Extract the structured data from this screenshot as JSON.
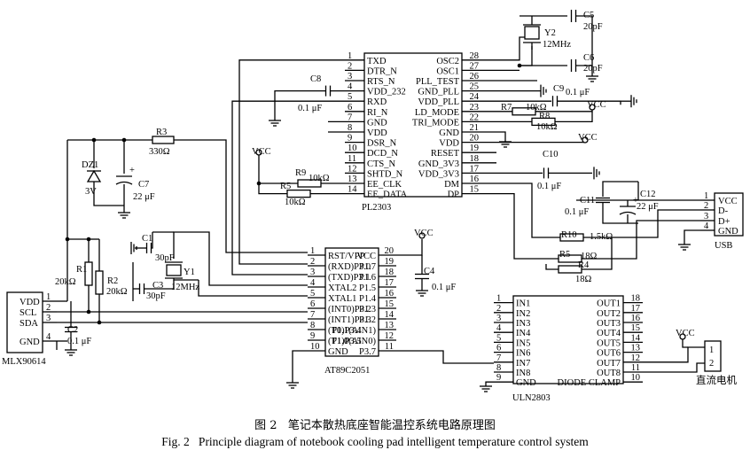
{
  "captions": {
    "cn": "图 2   笔记本散热底座智能温控系统电路原理图",
    "en": "Fig. 2   Principle diagram of notebook cooling pad intelligent temperature control system"
  },
  "pl2303": {
    "name": "PL2303",
    "left_pins": [
      {
        "n": "1",
        "label": "TXD"
      },
      {
        "n": "2",
        "label": "DTR_N"
      },
      {
        "n": "3",
        "label": "RTS_N"
      },
      {
        "n": "4",
        "label": "VDD_232"
      },
      {
        "n": "5",
        "label": "RXD"
      },
      {
        "n": "6",
        "label": "RI_N"
      },
      {
        "n": "7",
        "label": "GND"
      },
      {
        "n": "8",
        "label": "VDD"
      },
      {
        "n": "9",
        "label": "DSR_N"
      },
      {
        "n": "10",
        "label": "DCD_N"
      },
      {
        "n": "11",
        "label": "CTS_N"
      },
      {
        "n": "12",
        "label": "SHTD_N"
      },
      {
        "n": "13",
        "label": "EE_CLK"
      },
      {
        "n": "14",
        "label": "EE_DATA"
      }
    ],
    "right_pins": [
      {
        "n": "28",
        "label": "OSC2"
      },
      {
        "n": "27",
        "label": "OSC1"
      },
      {
        "n": "26",
        "label": "PLL_TEST"
      },
      {
        "n": "25",
        "label": "GND_PLL"
      },
      {
        "n": "24",
        "label": "VDD_PLL"
      },
      {
        "n": "23",
        "label": "LD_MODE"
      },
      {
        "n": "22",
        "label": "TRI_MODE"
      },
      {
        "n": "21",
        "label": "GND"
      },
      {
        "n": "20",
        "label": "VDD"
      },
      {
        "n": "19",
        "label": "RESET"
      },
      {
        "n": "18",
        "label": "GND_3V3"
      },
      {
        "n": "17",
        "label": "VDD_3V3"
      },
      {
        "n": "16",
        "label": "DM"
      },
      {
        "n": "15",
        "label": "DP"
      }
    ]
  },
  "at89c2051": {
    "name": "AT89C2051",
    "left_pins": [
      {
        "n": "1",
        "label": "RST/VPP"
      },
      {
        "n": "2",
        "label": "(RXD)P3.0"
      },
      {
        "n": "3",
        "label": "(TXD)P3.1"
      },
      {
        "n": "4",
        "label": "XTAL2"
      },
      {
        "n": "5",
        "label": "XTAL1"
      },
      {
        "n": "6",
        "label": "(INT0)P3.2"
      },
      {
        "n": "7",
        "label": "(INT1)P3.3"
      },
      {
        "n": "8",
        "label": "(T0)P3.4"
      },
      {
        "n": "9",
        "label": "(T1)P3.5"
      },
      {
        "n": "10",
        "label": "GND"
      }
    ],
    "right_pins": [
      {
        "n": "20",
        "label": "VCC"
      },
      {
        "n": "19",
        "label": "P1.7"
      },
      {
        "n": "18",
        "label": "P1.6"
      },
      {
        "n": "17",
        "label": "P1.5"
      },
      {
        "n": "16",
        "label": "P1.4"
      },
      {
        "n": "15",
        "label": "P1.3"
      },
      {
        "n": "14",
        "label": "P1.2"
      },
      {
        "n": "13",
        "label": "P1.1(AIN1)"
      },
      {
        "n": "12",
        "label": "P1.0(AIN0)"
      },
      {
        "n": "11",
        "label": "P3.7"
      }
    ]
  },
  "uln2803": {
    "name": "ULN2803",
    "left_pins": [
      {
        "n": "1",
        "label": "IN1"
      },
      {
        "n": "2",
        "label": "IN2"
      },
      {
        "n": "3",
        "label": "IN3"
      },
      {
        "n": "4",
        "label": "IN4"
      },
      {
        "n": "5",
        "label": "IN5"
      },
      {
        "n": "6",
        "label": "IN6"
      },
      {
        "n": "7",
        "label": "IN7"
      },
      {
        "n": "8",
        "label": "IN8"
      },
      {
        "n": "9",
        "label": "GND"
      }
    ],
    "right_pins": [
      {
        "n": "18",
        "label": "OUT1"
      },
      {
        "n": "17",
        "label": "OUT2"
      },
      {
        "n": "16",
        "label": "OUT3"
      },
      {
        "n": "15",
        "label": "OUT4"
      },
      {
        "n": "14",
        "label": "OUT5"
      },
      {
        "n": "13",
        "label": "OUT6"
      },
      {
        "n": "12",
        "label": "OUT7"
      },
      {
        "n": "11",
        "label": "OUT8"
      },
      {
        "n": "10",
        "label": "DIODE CLAMP"
      }
    ]
  },
  "mlx": {
    "name": "MLX90614",
    "pins": [
      {
        "n": "1",
        "label": "VDD"
      },
      {
        "n": "2",
        "label": "SCL"
      },
      {
        "n": "3",
        "label": "SDA"
      },
      {
        "n": "4",
        "label": "GND"
      }
    ]
  },
  "usb": {
    "name": "USB",
    "pins": [
      {
        "n": "1",
        "label": "VCC"
      },
      {
        "n": "2",
        "label": "D-"
      },
      {
        "n": "3",
        "label": "D+"
      },
      {
        "n": "4",
        "label": "GND"
      }
    ]
  },
  "motor": {
    "name": "直流电机",
    "pins": [
      "1",
      "2"
    ]
  },
  "vcc": "VCC",
  "parts": {
    "y2": {
      "ref": "Y2",
      "value": "12MHz"
    },
    "c5": {
      "ref": "C5",
      "value": "20pF"
    },
    "c6": {
      "ref": "C6",
      "value": "20pF"
    },
    "c8": {
      "ref": "C8",
      "value": "0.1 μF"
    },
    "c9": {
      "ref": "C9",
      "value": "0.1 μF"
    },
    "r7": {
      "ref": "R7",
      "value": "10kΩ"
    },
    "r8": {
      "ref": "R8",
      "value": "10kΩ"
    },
    "c10": {
      "ref": "C10",
      "value": "0.1 μF"
    },
    "c11": {
      "ref": "C11",
      "value": "0.1 μF"
    },
    "c12": {
      "ref": "C12",
      "value": "22 μF"
    },
    "r9": {
      "ref": "R9",
      "value": "10kΩ"
    },
    "r5_top": {
      "ref": "R5",
      "value": "10kΩ"
    },
    "r10": {
      "ref": "R10",
      "value": "1.5kΩ"
    },
    "r5": {
      "ref": "R5",
      "value": "18Ω"
    },
    "r4": {
      "ref": "R4",
      "value": "18Ω"
    },
    "r3": {
      "ref": "R3",
      "value": "330Ω"
    },
    "dz1": {
      "ref": "DZ1",
      "value": "3V"
    },
    "c7": {
      "ref": "C7",
      "value": "22 μF"
    },
    "c1": {
      "ref": "C1",
      "value": "30pF"
    },
    "c3": {
      "ref": "C3",
      "value": "30pF"
    },
    "y1": {
      "ref": "Y1",
      "value": "12MHz"
    },
    "r1": {
      "ref": "R1",
      "value": "20kΩ"
    },
    "r2": {
      "ref": "R2",
      "value": "20kΩ"
    },
    "c4": {
      "ref": "C4",
      "value": "0.1 μF"
    },
    "c2": {
      "ref": "C2",
      "value": "0.1 μF"
    }
  }
}
